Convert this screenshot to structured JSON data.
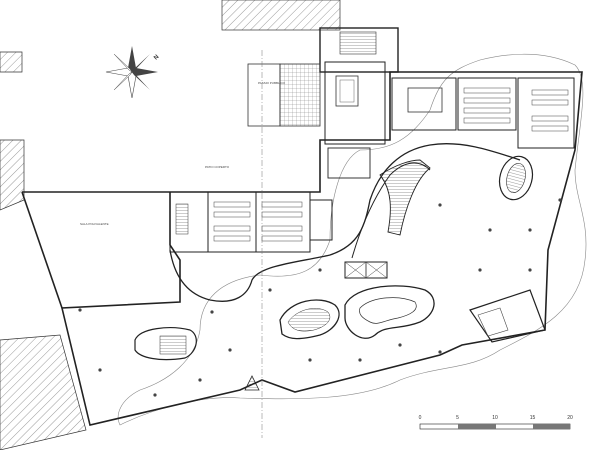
{
  "north_label": "N",
  "room_labels": [
    {
      "id": "roof",
      "text": "PASSIO PUBBLICO"
    },
    {
      "id": "terrace",
      "text": "PATIO COPERTO"
    },
    {
      "id": "hall",
      "text": "SALA POLIVALENTE"
    }
  ],
  "scale_bar": {
    "ticks": [
      "0",
      "5",
      "10",
      "15",
      "20"
    ],
    "max": 20
  }
}
